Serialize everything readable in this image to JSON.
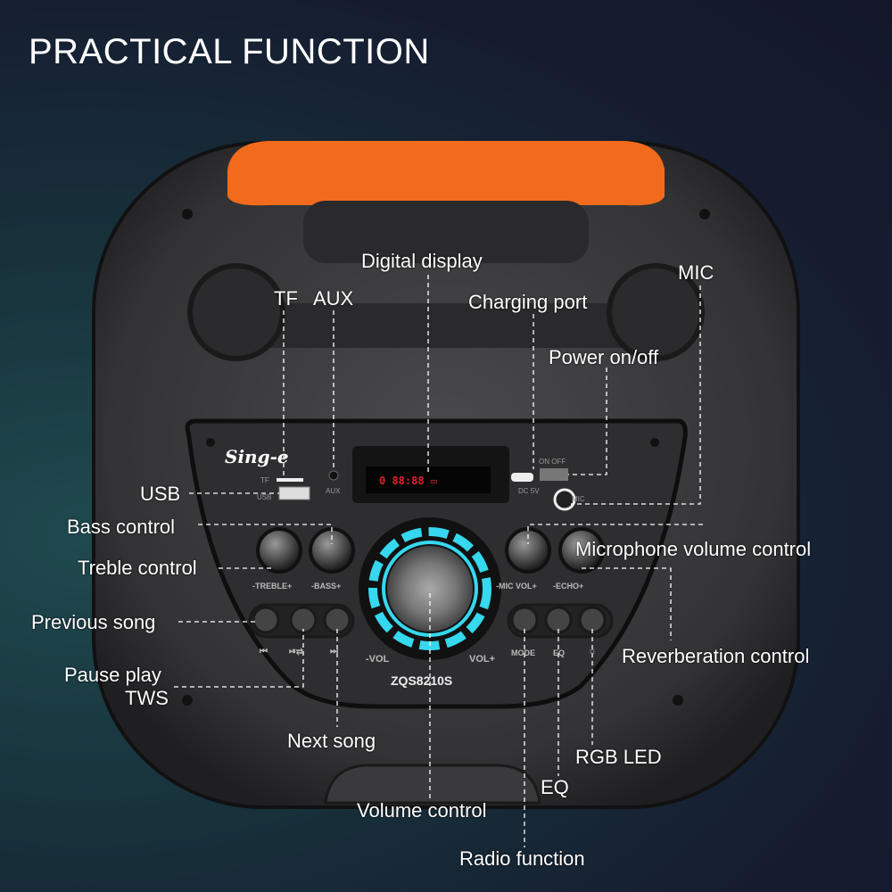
{
  "title": "PRACTICAL FUNCTION",
  "brand_logo": "Sing-e",
  "callouts": {
    "digital_display": "Digital display",
    "tf": "TF",
    "aux": "AUX",
    "charging_port": "Charging port",
    "mic": "MIC",
    "power": "Power on/off",
    "usb": "USB",
    "bass": "Bass control",
    "treble": "Treble control",
    "mic_volume": "Microphone volume control",
    "previous": "Previous song",
    "reverb": "Reverberation control",
    "pause": "Pause play",
    "tws": "TWS",
    "next": "Next song",
    "rgb": "RGB LED",
    "eq": "EQ",
    "volume": "Volume control",
    "radio": "Radio function"
  },
  "panel": {
    "tf": "TF",
    "usb": "USB",
    "aux": "AUX",
    "dc": "DC 5V",
    "onoff": "ON OFF",
    "mic": "MIC",
    "treble": "-TREBLE+",
    "bass": "-BASS+",
    "micvol": "-MIC VOL+",
    "echo": "-ECHO+",
    "vol_minus": "-VOL",
    "vol_plus": "VOL+",
    "mode": "MODE",
    "eq": "EQ",
    "prev_icon": "⏮",
    "play_icon": "⏯⇄",
    "next_icon": "⏭",
    "bulb_icon": "☼",
    "lcd": "0 88:88 ▭",
    "model": "ZQS8210S"
  },
  "colors": {
    "accent_orange": "#f26a1b",
    "led_cyan": "#35d8ee",
    "lcd_red": "#e0202a"
  }
}
